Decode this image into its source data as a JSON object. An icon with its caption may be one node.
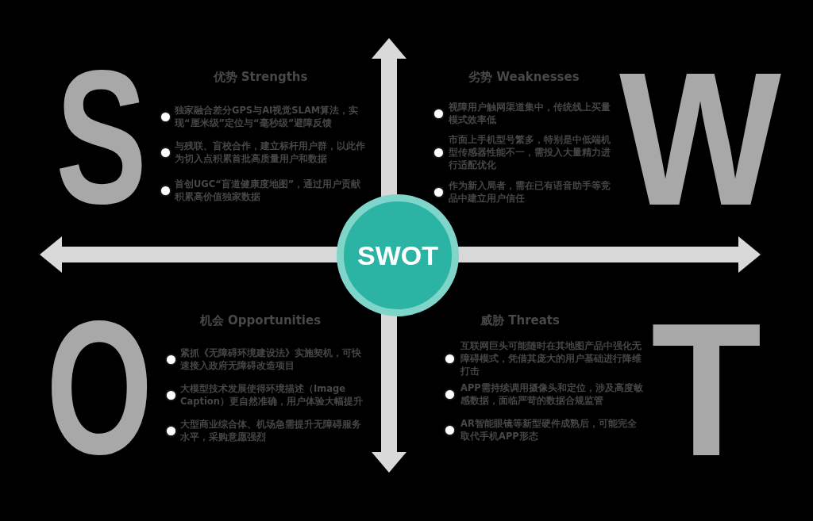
{
  "diagram": {
    "nodes": [
      {
        "text": [
          "SWOT"
        ]
      }
    ],
    "labels": [
      "S",
      "优势 Strengths",
      "独家融合差分GPS与AI视觉SLAM算法，实现“厘米级”定位与“毫秒级”避障反馈",
      "与残联、盲校合作，建立标杆用户群，以此作为切入点积累首批高质量用户和数据",
      "首创UGC“盲道健康度地图”，通过用户贡献积累高价值独家数据",
      "W",
      "劣势 Weaknesses",
      "视障用户触网渠道集中，传统线上买量模式效率低",
      "市面上手机型号繁多，特别是中低端机型传感器性能不一，需投入大量精力进行适配优化",
      "作为新入局者，需在已有语音助手等竞品中建立用户信任",
      "O",
      "机会 Opportunities",
      "紧抓《无障碍环境建设法》实施契机，可快速接入政府无障碍改造项目",
      "大模型技术发展使得环境描述（Image Caption）更自然准确，用户体验大幅提升",
      "大型商业综合体、机场急需提升无障碍服务水平，采购意愿强烈",
      "T",
      "威胁 Threats",
      "互联网巨头可能随时在其地图产品中强化无障碍模式，凭借其庞大的用户基础进行降维打击",
      "APP需持续调用摄像头和定位，涉及高度敏感数据，面临严苛的数据合规监管",
      "AR智能眼镜等新型硬件成熟后，可能完全取代手机APP形态"
    ]
  }
}
